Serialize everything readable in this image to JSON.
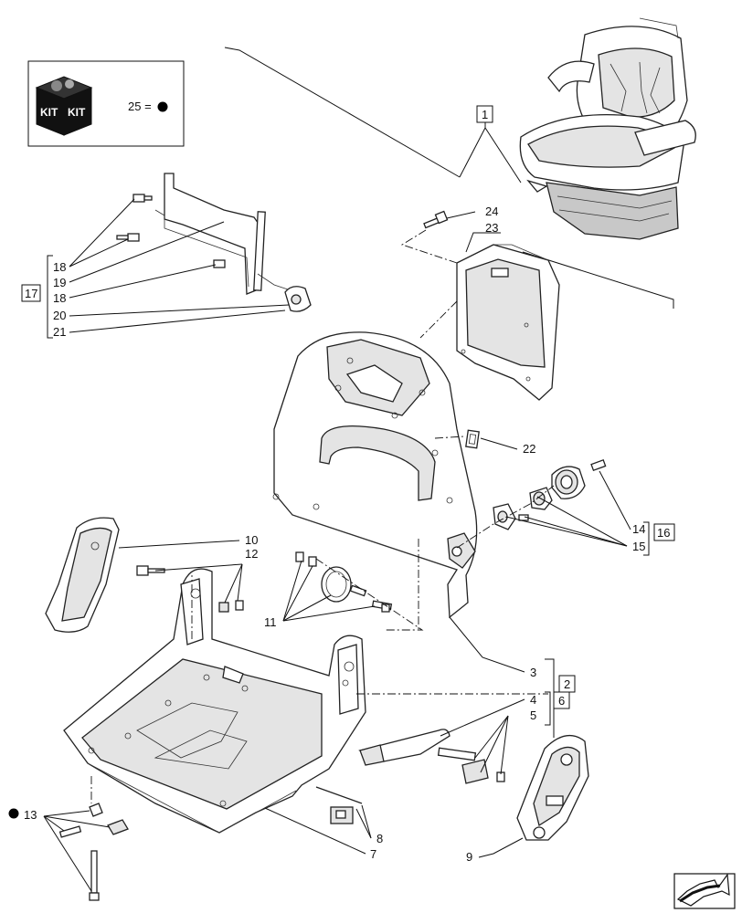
{
  "kit_box": {
    "kit_label_1": "KIT",
    "kit_label_2": "KIT",
    "legend_text": "25 ="
  },
  "callouts": {
    "c1": "1",
    "c2": "2",
    "c3": "3",
    "c4": "4",
    "c5": "5",
    "c6": "6",
    "c7": "7",
    "c8": "8",
    "c9": "9",
    "c10": "10",
    "c11": "11",
    "c12": "12",
    "c13": "13",
    "c14": "14",
    "c15": "15",
    "c16": "16",
    "c17": "17",
    "c18a": "18",
    "c18b": "18",
    "c19": "19",
    "c20": "20",
    "c21": "21",
    "c22": "22",
    "c23": "23",
    "c24": "24"
  },
  "colors": {
    "line": "#111111",
    "marker": "#000000",
    "fill_light": "#e4e4e4"
  },
  "icons": [
    "kit-box-icon",
    "kit-marker-dot",
    "next-page-arrow-icon"
  ]
}
